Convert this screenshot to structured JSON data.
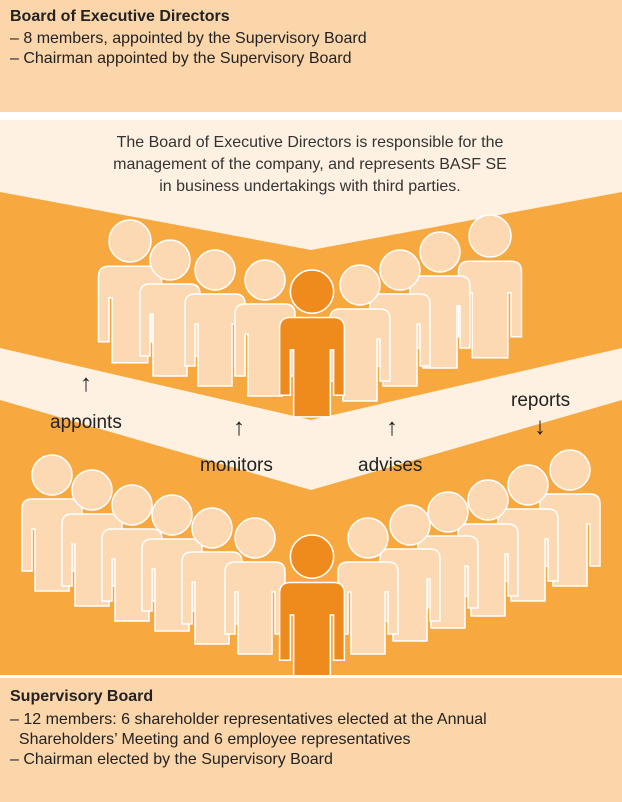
{
  "executive_board": {
    "title": "Board of Executive Directors",
    "lines": [
      "– 8 members, appointed by the Supervisory Board",
      "– Chairman appointed by the Supervisory Board"
    ],
    "description_lines": [
      "The Board of Executive Directors is responsible for the",
      "management of the company, and represents BASF SE",
      "in business undertakings with third parties."
    ]
  },
  "relations": {
    "appoints": "appoints",
    "monitors": "monitors",
    "advises": "advises",
    "reports": "reports"
  },
  "arrows": {
    "up": "↑",
    "down": "↓"
  },
  "supervisory_board": {
    "title": "Supervisory Board",
    "lines": [
      "– 12 members: 6 shareholder representatives elected at the Annual",
      "  Shareholders’ Meeting and 6 employee representatives",
      "– Chairman elected by the Supervisory Board"
    ]
  },
  "colors": {
    "band_orange": "#f7a940",
    "band_light": "#fef1e1",
    "box_fill": "#fbd6ab",
    "figure_light": "#fcd9b2",
    "figure_dark": "#ef8a1c",
    "figure_outline": "#ffffff"
  }
}
